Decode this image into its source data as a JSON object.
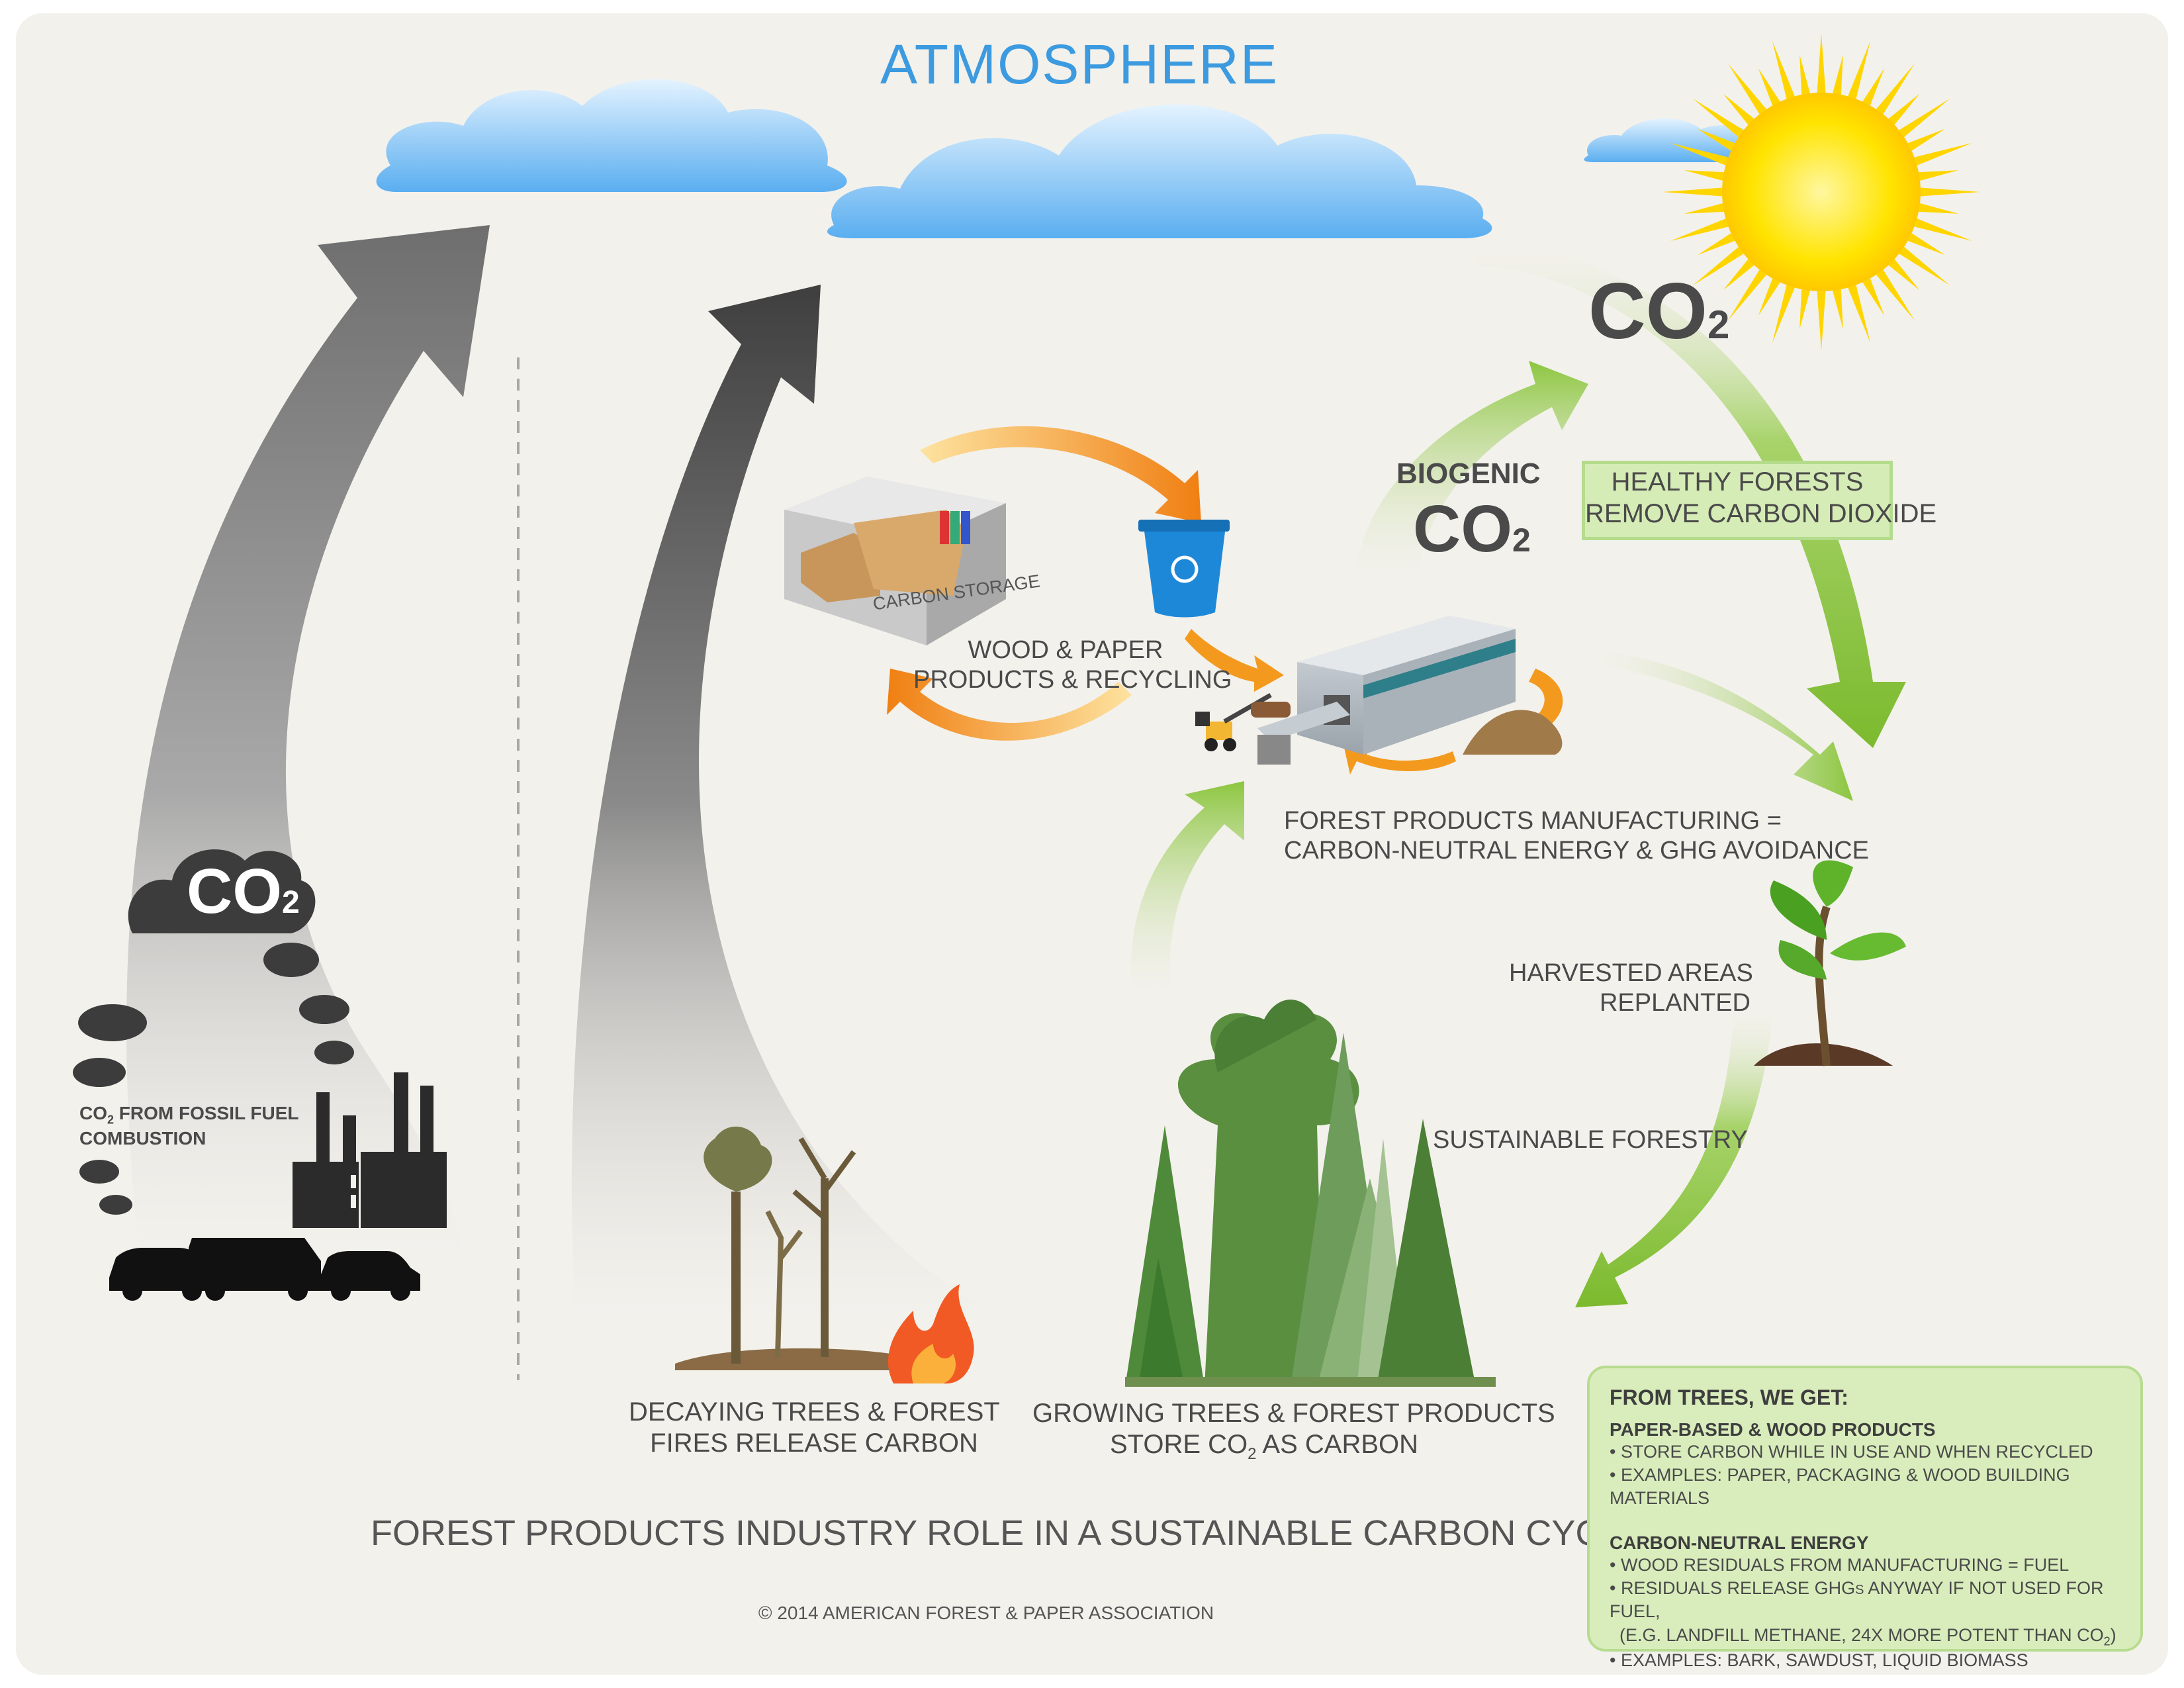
{
  "atmosphere_label": "ATMOSPHERE",
  "co2_main": {
    "text": "CO",
    "sub": "2"
  },
  "biogenic": {
    "label": "BIOGENIC",
    "text": "CO",
    "sub": "2"
  },
  "healthy_forests": {
    "line1": "HEALTHY FORESTS",
    "line2": "REMOVE CARBON DIOXIDE"
  },
  "co2_cloud": {
    "text": "CO",
    "sub": "2"
  },
  "fossil": {
    "prefix": "CO",
    "sub": "2",
    "line1": " FROM FOSSIL FUEL",
    "line2": "COMBUSTION"
  },
  "carbon_storage": "CARBON STORAGE",
  "wood_paper": {
    "line1": "WOOD & PAPER",
    "line2": "PRODUCTS & RECYCLING"
  },
  "manufacturing": {
    "line1": "FOREST PRODUCTS MANUFACTURING =",
    "line2": "CARBON-NEUTRAL ENERGY & GHG AVOIDANCE"
  },
  "harvested": {
    "line1": "HARVESTED AREAS",
    "line2": "REPLANTED"
  },
  "sustainable": "SUSTAINABLE FORESTRY",
  "decaying": {
    "line1": "DECAYING TREES  & FOREST",
    "line2": "FIRES RELEASE CARBON"
  },
  "growing": {
    "line1": "GROWING TREES & FOREST PRODUCTS",
    "line2_prefix": "STORE CO",
    "line2_sub": "2",
    "line2_suffix": " AS CARBON"
  },
  "main_title": "FOREST PRODUCTS INDUSTRY ROLE IN A SUSTAINABLE CARBON CYCLE",
  "copyright": "© 2014 AMERICAN FOREST & PAPER ASSOCIATION",
  "infobox": {
    "heading": "FROM TREES, WE GET:",
    "section1": {
      "title": "PAPER-BASED & WOOD PRODUCTS",
      "bullets": [
        "• STORE CARBON WHILE IN USE AND WHEN RECYCLED",
        "• EXAMPLES: PAPER, PACKAGING & WOOD BUILDING MATERIALS"
      ]
    },
    "section2": {
      "title": "CARBON-NEUTRAL ENERGY",
      "b1": "• WOOD RESIDUALS FROM MANUFACTURING = FUEL",
      "b2_prefix": "• RESIDUALS RELEASE GHG",
      "b2_small": "S",
      "b2_suffix": " ANYWAY IF NOT USED FOR FUEL,",
      "b3_prefix": "  (E.G. LANDFILL METHANE, 24X MORE POTENT THAN CO",
      "b3_sub": "2",
      "b3_suffix": ")",
      "b4": "• EXAMPLES: BARK, SAWDUST, LIQUID BIOMASS"
    }
  },
  "colors": {
    "background": "#f3f1ec",
    "green": "#8cc63f",
    "orange": "#f39a1e",
    "sky_blue": "#3c9be0",
    "gray_arrow": "#6b6b6b",
    "sun": "#ffe600"
  }
}
